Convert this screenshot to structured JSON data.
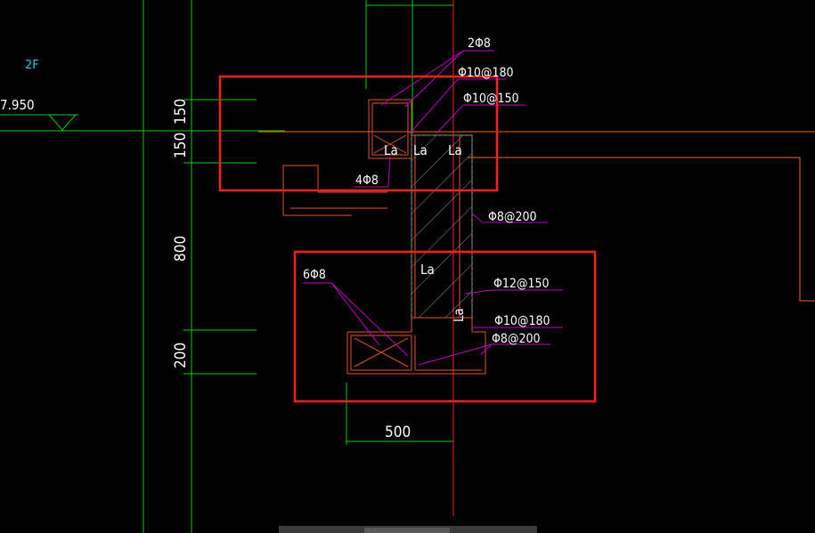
{
  "drawing": {
    "floor_label": "2F",
    "elevation": "7.950",
    "dimensions": {
      "left_top": "150",
      "left_mid": "150",
      "left_long": "800",
      "left_bottom": "200",
      "bottom_width": "500"
    },
    "rebar_labels": {
      "r1": "2Φ8",
      "r2": "Φ10@180",
      "r3": "Φ10@150",
      "r4": "4Φ8",
      "r5": "Φ8@200",
      "r6": "6Φ8",
      "r7": "Φ12@150",
      "r8": "Φ10@180",
      "r9": "Φ8@200"
    },
    "anchorage_labels": {
      "a1": "La",
      "a2": "La",
      "a3": "La",
      "a4": "La",
      "a5": "La"
    }
  },
  "colors": {
    "background": "#000000",
    "grid_green": "#00d200",
    "highlight_red": "#ff1e1e",
    "leader_magenta": "#c000c0",
    "orange_line": "#ff6a00",
    "concrete_outline": "#e0532b",
    "cyan_text": "#2fc9d6"
  }
}
